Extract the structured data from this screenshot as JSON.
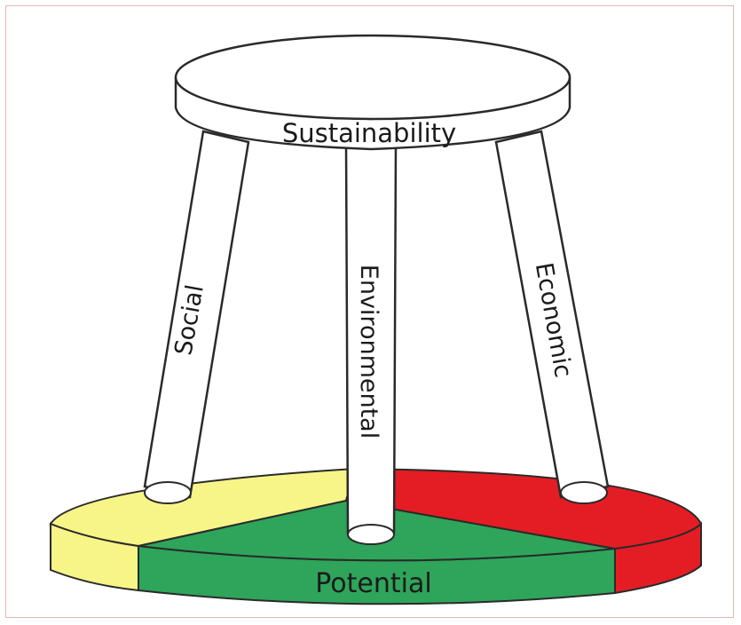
{
  "diagram": {
    "seat_label": "Sustainability",
    "legs": {
      "left": "Social",
      "middle": "Environmental",
      "right": "Economic"
    },
    "base_label": "Potential"
  },
  "colors": {
    "base_yellow": "#f7f587",
    "base_green": "#2ea55a",
    "base_red": "#e41d24",
    "stool": "#ffffff",
    "outline": "#2a2a2a"
  }
}
